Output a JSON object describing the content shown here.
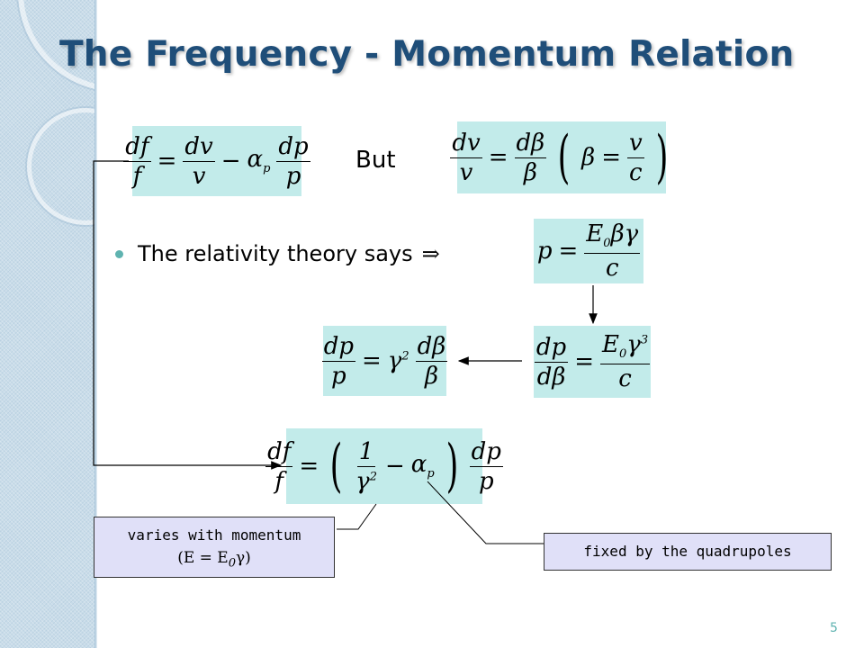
{
  "slide": {
    "title": "The Frequency - Momentum Relation",
    "page_number": "5"
  },
  "equations": {
    "eq1": {
      "num1": "df",
      "den1": "f",
      "op1": "=",
      "num2": "dv",
      "den2": "v",
      "op2": "−",
      "alpha": "α",
      "alpha_sub": "p",
      "num3": "dp",
      "den3": "p"
    },
    "but_label": "But",
    "eq2": {
      "num1": "dv",
      "den1": "v",
      "op1": "=",
      "num2": "dβ",
      "den2": "β",
      "lparen": "(",
      "beta": "β",
      "op2": "=",
      "num3": "v",
      "den3": "c",
      "rparen": ")"
    },
    "eq3": {
      "lhs": "p",
      "op": "=",
      "num": "E",
      "num_sub": "0",
      "num_rest": "βγ",
      "den": "c"
    },
    "eq4": {
      "num1": "dp",
      "den1": "dβ",
      "op": "=",
      "num": "E",
      "num_sub": "0",
      "num_rest": "γ",
      "num_sup": "3",
      "den": "c"
    },
    "eq5": {
      "num1": "dp",
      "den1": "p",
      "op": "=",
      "gamma": "γ",
      "gamma_sup": "2",
      "num2": "dβ",
      "den2": "β"
    },
    "eq6": {
      "num1": "df",
      "den1": "f",
      "op1": "=",
      "lparen": "(",
      "inner_num": "1",
      "inner_den": "γ",
      "inner_den_sup": "2",
      "op2": "−",
      "alpha": "α",
      "alpha_sub": "p",
      "rparen": ")",
      "num2": "dp",
      "den2": "p"
    }
  },
  "bullet": {
    "text": "The relativity theory says",
    "symbol": "⇒"
  },
  "callouts": {
    "momentum": {
      "line1": "varies with momentum",
      "line2": "(E = E",
      "line2_sub": "0",
      "line2_rest": "γ)"
    },
    "quadrupoles": {
      "text": "fixed by the quadrupoles"
    }
  },
  "colors": {
    "title": "#1f4e79",
    "equation_bg": "#c2ebea",
    "callout_bg": "#e0e0f8",
    "accent": "#5fb3b0",
    "sidebar": "#c9dce9"
  }
}
